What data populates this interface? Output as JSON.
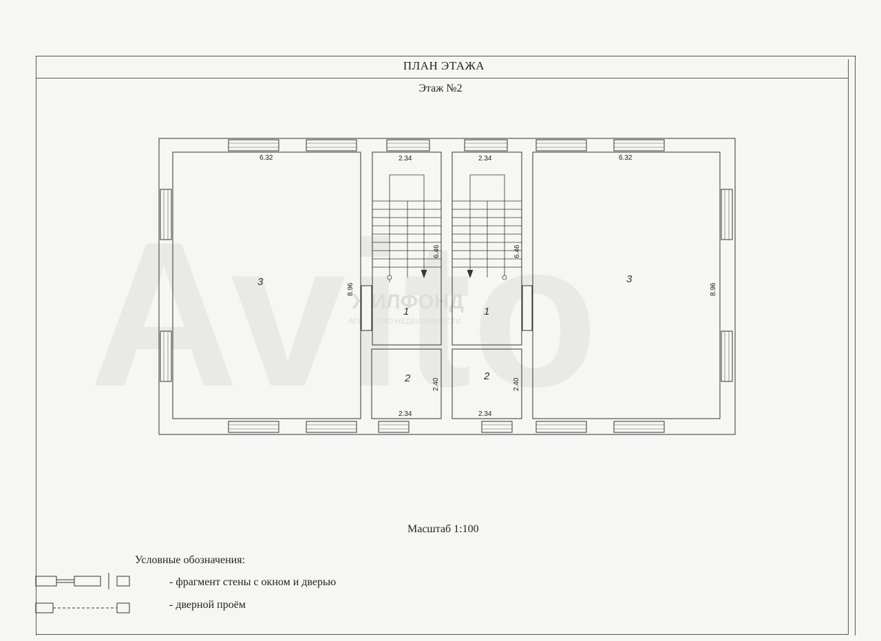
{
  "header": {
    "title": "ПЛАН ЭТАЖА",
    "subtitle": "Этаж №2"
  },
  "plan": {
    "rooms": [
      {
        "id": "3-left",
        "number": "3",
        "width_label": "6.32",
        "height_label": "8.96"
      },
      {
        "id": "1-left",
        "number": "1",
        "width_label": "2.34",
        "height_label": "6.46"
      },
      {
        "id": "2-left",
        "number": "2",
        "width_label": "2.34",
        "height_label": "2.40"
      },
      {
        "id": "1-right",
        "number": "1",
        "width_label": "2.34",
        "height_label": "6.46"
      },
      {
        "id": "2-right",
        "number": "2",
        "width_label": "2.34",
        "height_label": "2.40"
      },
      {
        "id": "3-right",
        "number": "3",
        "width_label": "6.32",
        "height_label": "8.96"
      }
    ],
    "watermark": {
      "brand": "Avito",
      "agency_name": "ЖИЛФОНД",
      "agency_tagline": "АГЕНТСТВО НЕДВИЖИМОСТИ"
    }
  },
  "footer": {
    "scale": "Масштаб 1:100",
    "legend_heading": "Условные обозначения:",
    "legend_items": [
      {
        "symbol": "wall-window-door-icon",
        "text": "- фрагмент стены с окном и дверью"
      },
      {
        "symbol": "door-opening-icon",
        "text": "- дверной проём"
      }
    ]
  },
  "colors": {
    "line": "#333333",
    "paper": "#f6f6f4",
    "watermark": "#e9e9e7"
  }
}
